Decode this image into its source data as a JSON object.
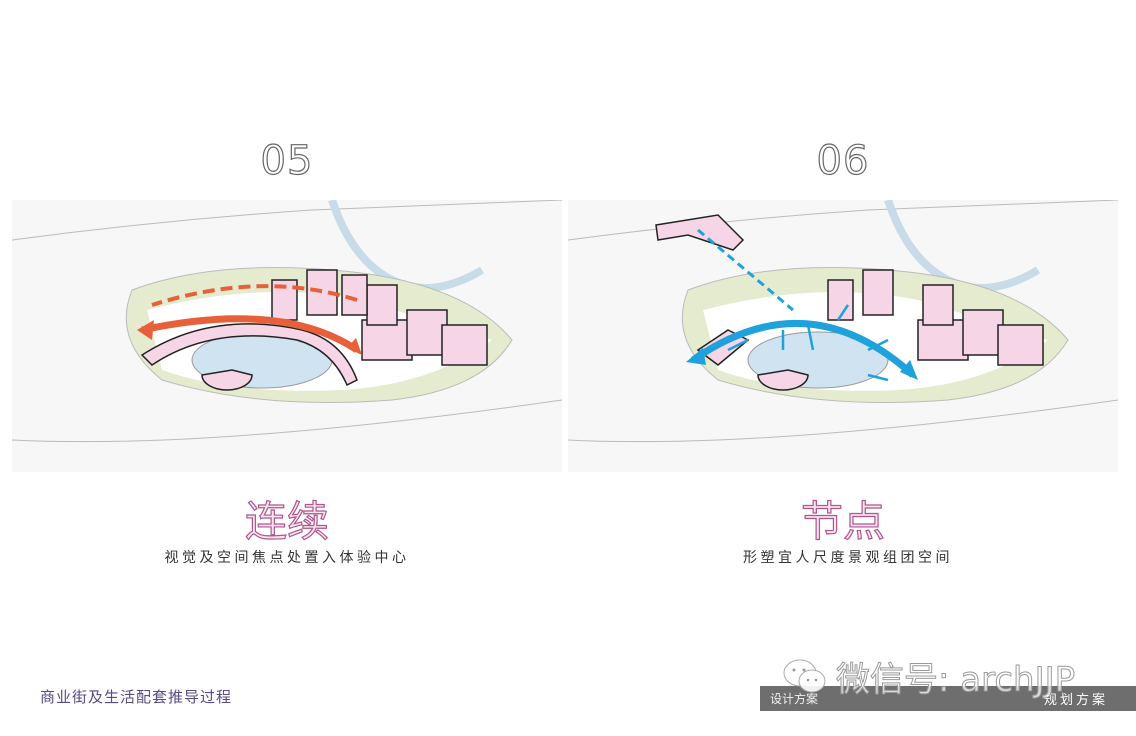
{
  "panels": [
    {
      "number": "05",
      "title": "连续",
      "subtitle": "视觉及空间焦点处置入体验中心",
      "arrow_color": "#e8603a"
    },
    {
      "number": "06",
      "title": "节点",
      "subtitle": "形塑宜人尺度景观组团空间",
      "arrow_color": "#1fa2dc"
    }
  ],
  "footer": {
    "caption": "商业街及生活配套推导过程",
    "bar_left": "设计方案",
    "bar_right": "规划方案"
  },
  "watermark": {
    "text": "微信号: archJJP",
    "icon": "wechat-icon"
  },
  "colors": {
    "building": "#f6d6e6",
    "pond": "#cfe3f0",
    "green": "#e4ebcf",
    "title_outline": "#b0558e",
    "bar": "#6e6e6e"
  }
}
